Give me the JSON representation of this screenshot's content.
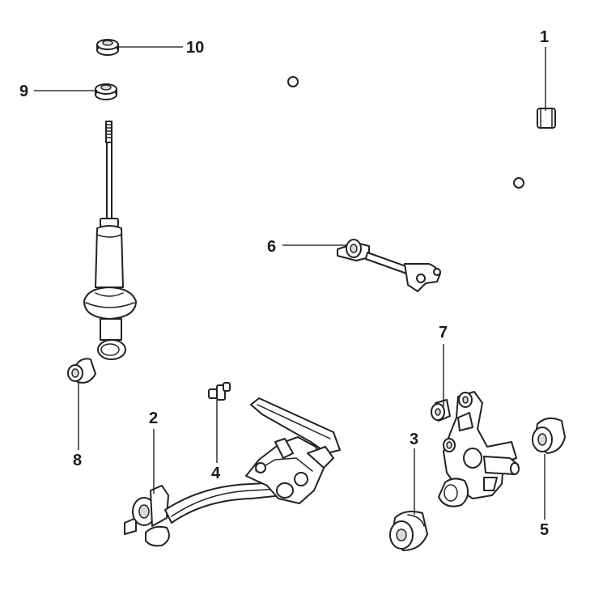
{
  "callouts": [
    {
      "id": "1",
      "label": "1"
    },
    {
      "id": "2",
      "label": "2"
    },
    {
      "id": "3",
      "label": "3"
    },
    {
      "id": "4",
      "label": "4"
    },
    {
      "id": "5",
      "label": "5"
    },
    {
      "id": "6",
      "label": "6"
    },
    {
      "id": "7",
      "label": "7"
    },
    {
      "id": "8",
      "label": "8"
    },
    {
      "id": "9",
      "label": "9"
    },
    {
      "id": "10",
      "label": "10"
    }
  ],
  "colors": {
    "line": "#222222",
    "background": "#ffffff",
    "shade": "#d9d9d9"
  }
}
